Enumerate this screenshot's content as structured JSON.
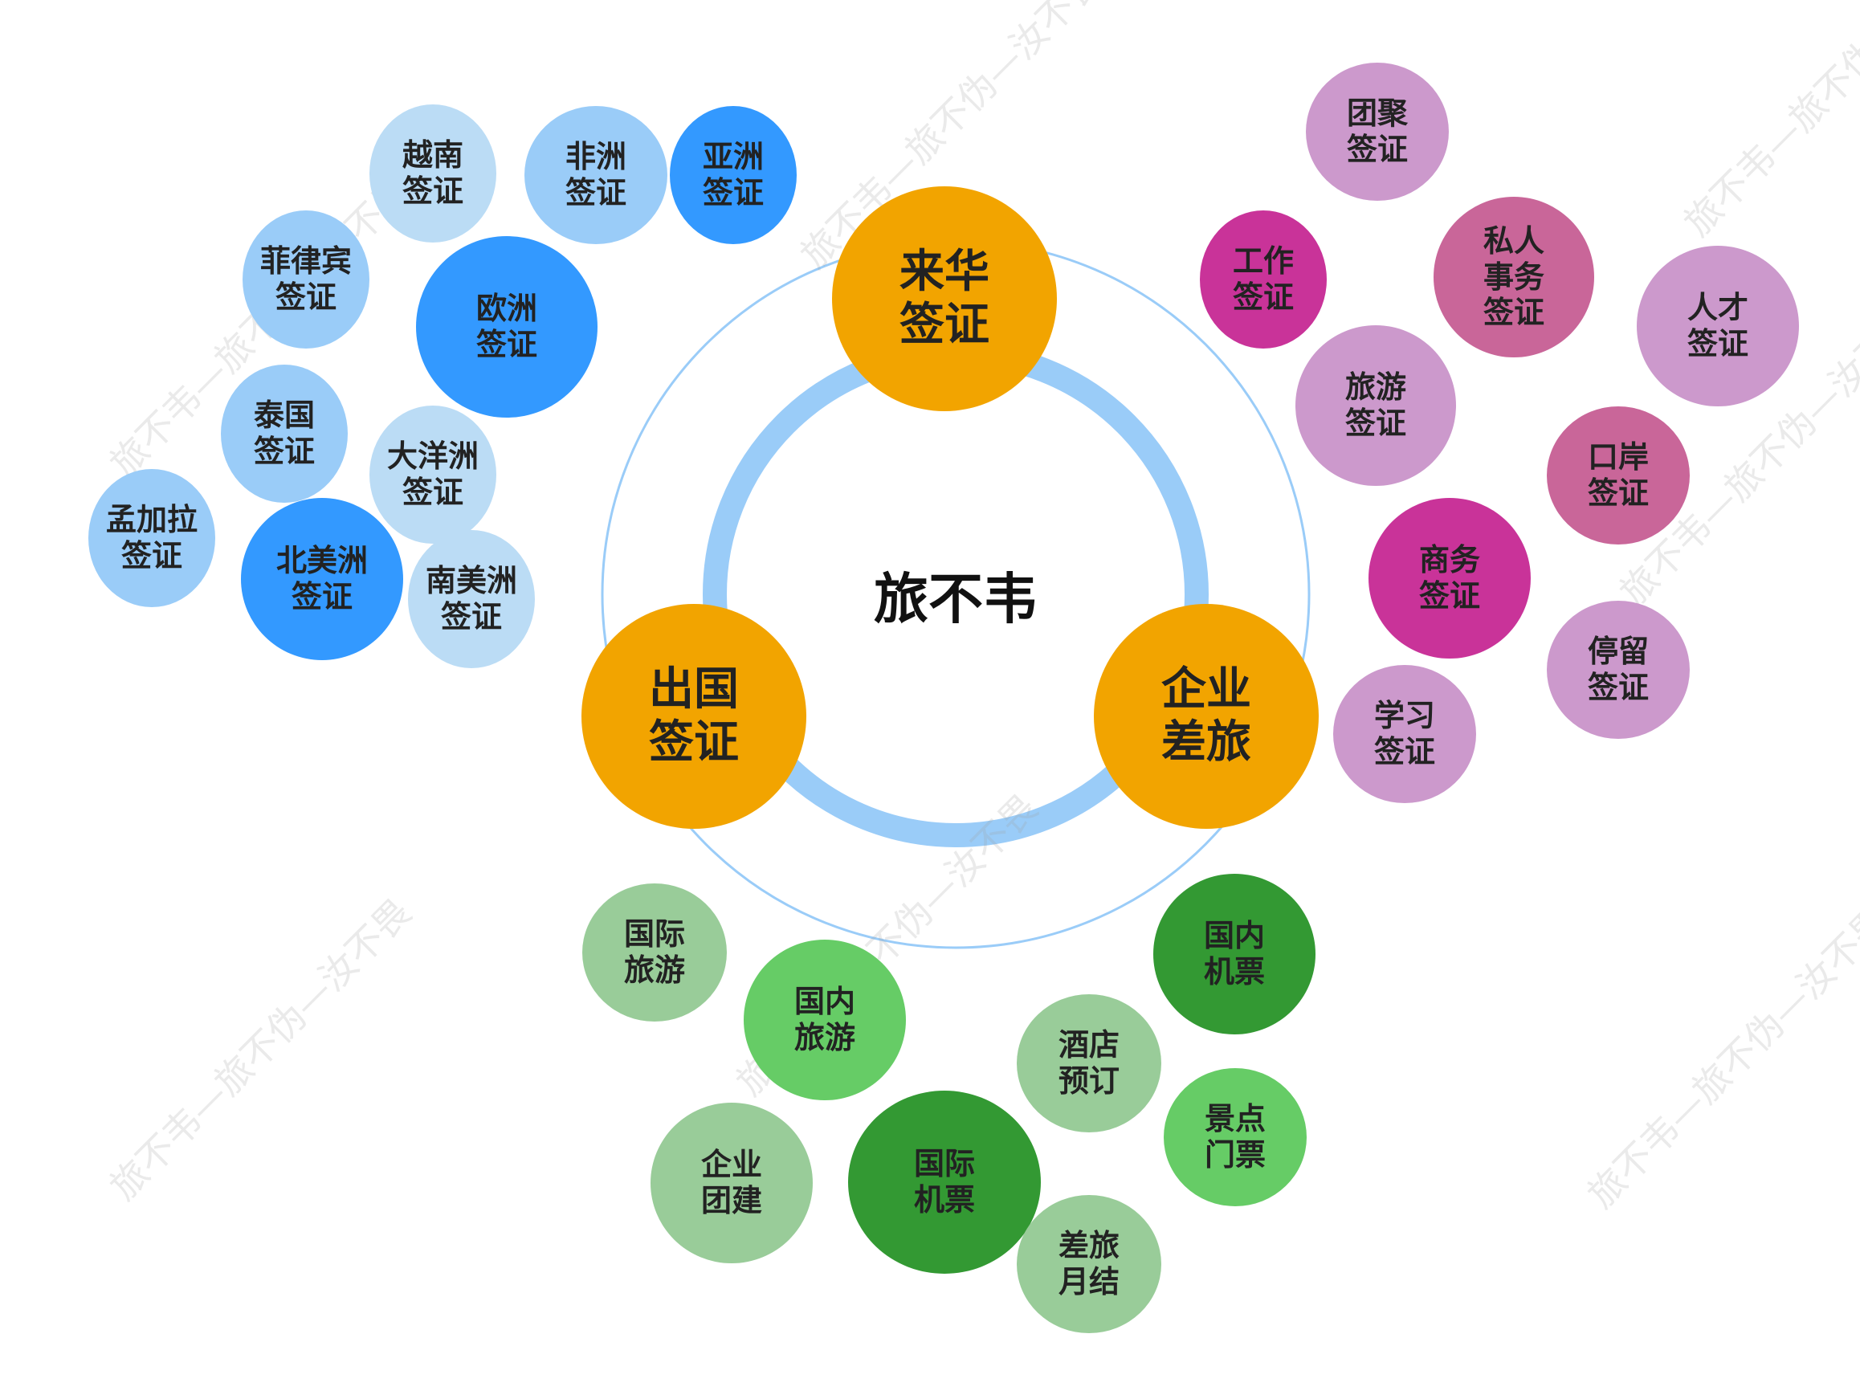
{
  "center": {
    "label": "旅不韦"
  },
  "colors": {
    "orange": "#F2A400",
    "blue_dark": "#3399FF",
    "blue_mid": "#9ACCF8",
    "blue_light": "#BBDCF5",
    "magenta": "#C93399",
    "pink_dark": "#C96699",
    "pink_light": "#CC99CC",
    "green_dark": "#339933",
    "green_mid": "#66CC66",
    "green_light": "#99CC99",
    "ring": "#9ACCF8"
  },
  "hubs": [
    {
      "id": "laihua",
      "label": "来华\n签证"
    },
    {
      "id": "chuguo",
      "label": "出国\n签证"
    },
    {
      "id": "qiye",
      "label": "企业\n差旅"
    }
  ],
  "outbound": [
    {
      "label": "越南\n签证",
      "tone": "blue_light"
    },
    {
      "label": "非洲\n签证",
      "tone": "blue_mid"
    },
    {
      "label": "亚洲\n签证",
      "tone": "blue_dark"
    },
    {
      "label": "菲律宾\n签证",
      "tone": "blue_mid"
    },
    {
      "label": "欧洲\n签证",
      "tone": "blue_dark"
    },
    {
      "label": "泰国\n签证",
      "tone": "blue_mid"
    },
    {
      "label": "大洋洲\n签证",
      "tone": "blue_light"
    },
    {
      "label": "孟加拉\n签证",
      "tone": "blue_mid"
    },
    {
      "label": "北美洲\n签证",
      "tone": "blue_dark"
    },
    {
      "label": "南美洲\n签证",
      "tone": "blue_light"
    }
  ],
  "inbound": [
    {
      "label": "团聚\n签证",
      "tone": "pink_light"
    },
    {
      "label": "工作\n签证",
      "tone": "magenta"
    },
    {
      "label": "私人\n事务\n签证",
      "tone": "pink_dark"
    },
    {
      "label": "人才\n签证",
      "tone": "pink_light"
    },
    {
      "label": "旅游\n签证",
      "tone": "pink_light"
    },
    {
      "label": "口岸\n签证",
      "tone": "pink_dark"
    },
    {
      "label": "商务\n签证",
      "tone": "magenta"
    },
    {
      "label": "停留\n签证",
      "tone": "pink_light"
    },
    {
      "label": "学习\n签证",
      "tone": "pink_light"
    }
  ],
  "business": [
    {
      "label": "国际\n旅游",
      "tone": "green_light"
    },
    {
      "label": "国内\n旅游",
      "tone": "green_mid"
    },
    {
      "label": "国内\n机票",
      "tone": "green_dark"
    },
    {
      "label": "酒店\n预订",
      "tone": "green_light"
    },
    {
      "label": "景点\n门票",
      "tone": "green_mid"
    },
    {
      "label": "企业\n团建",
      "tone": "green_light"
    },
    {
      "label": "国际\n机票",
      "tone": "green_dark"
    },
    {
      "label": "差旅\n月结",
      "tone": "green_light"
    }
  ],
  "watermark": "旅不韦—旅不伪—汝不畏"
}
